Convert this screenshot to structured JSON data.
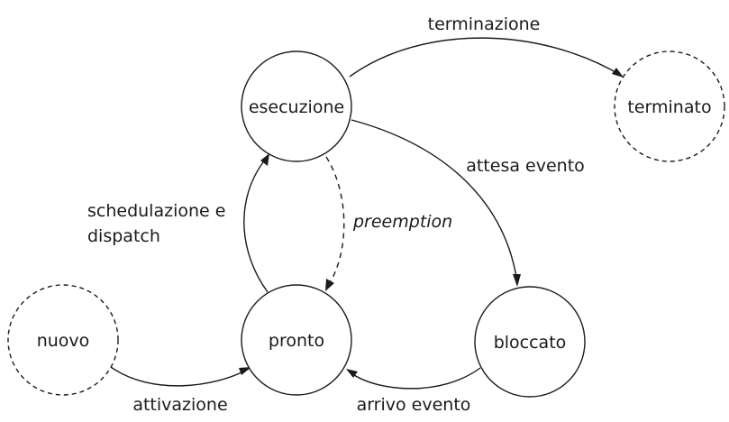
{
  "diagram": {
    "states": {
      "esecuzione": "esecuzione",
      "terminato": "terminato",
      "pronto": "pronto",
      "bloccato": "bloccato",
      "nuovo": "nuovo"
    },
    "transitions": {
      "terminazione": "terminazione",
      "attesa_evento": "attesa evento",
      "schedulazione_line1": "schedulazione e",
      "schedulazione_line2": "dispatch",
      "preemption": "preemption",
      "attivazione": "attivazione",
      "arrivo_evento": "arrivo evento"
    },
    "dashed_states": [
      "terminato",
      "nuovo"
    ],
    "dashed_transitions": [
      "preemption"
    ]
  }
}
